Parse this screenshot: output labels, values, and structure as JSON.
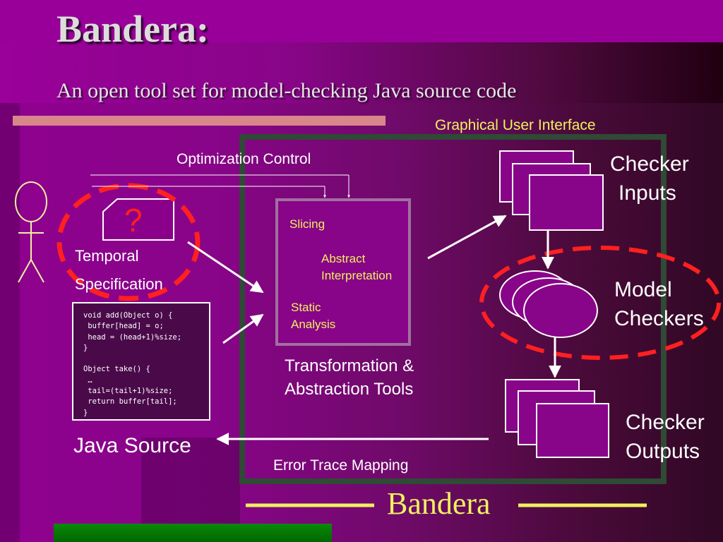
{
  "slide": {
    "title": "Bandera:",
    "subtitle": "An open tool set for model-checking Java source code"
  },
  "diagram": {
    "gui_label": "Graphical User Interface",
    "optimization_control": "Optimization Control",
    "question_mark": "?",
    "temporal": "Temporal",
    "specification": "Specification",
    "tool_steps": [
      "Slicing",
      "Abstract",
      "Interpretation",
      "Static",
      "Analysis"
    ],
    "transformation_line1": "Transformation &",
    "transformation_line2": "Abstraction Tools",
    "checker_inputs_line1": "Checker",
    "checker_inputs_line2": "Inputs",
    "model_checkers_line1": "Model",
    "model_checkers_line2": "Checkers",
    "checker_outputs_line1": "Checker",
    "checker_outputs_line2": "Outputs",
    "java_source": "Java Source",
    "error_trace_mapping": "Error Trace Mapping",
    "bandera_label": "Bandera",
    "code_lines": [
      "void add(Object o) {",
      " buffer[head] = o;",
      " head = (head+1)%size;",
      "}",
      "",
      "Object take() {",
      " …",
      " tail=(tail+1)%size;",
      " return buffer[tail];",
      "}"
    ]
  },
  "colors": {
    "background": "#990099",
    "accent_yellow": "#f0f060",
    "dashed_red": "#ff2020",
    "frame_green": "#2f4a35",
    "tool_box": "#a070a0"
  }
}
